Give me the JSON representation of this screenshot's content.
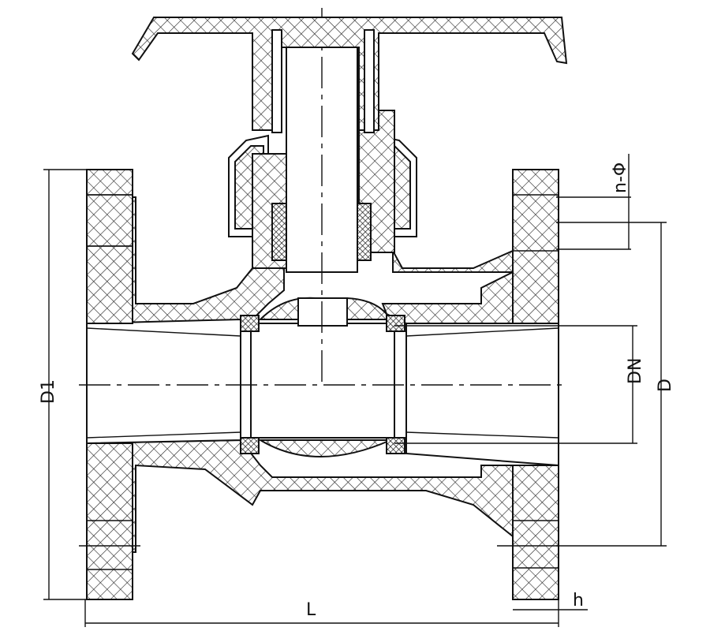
{
  "diagram": {
    "labels": {
      "nphi": "n-Φ",
      "d1": "D1",
      "dn": "DN",
      "d": "D",
      "l": "L",
      "h": "h"
    }
  }
}
